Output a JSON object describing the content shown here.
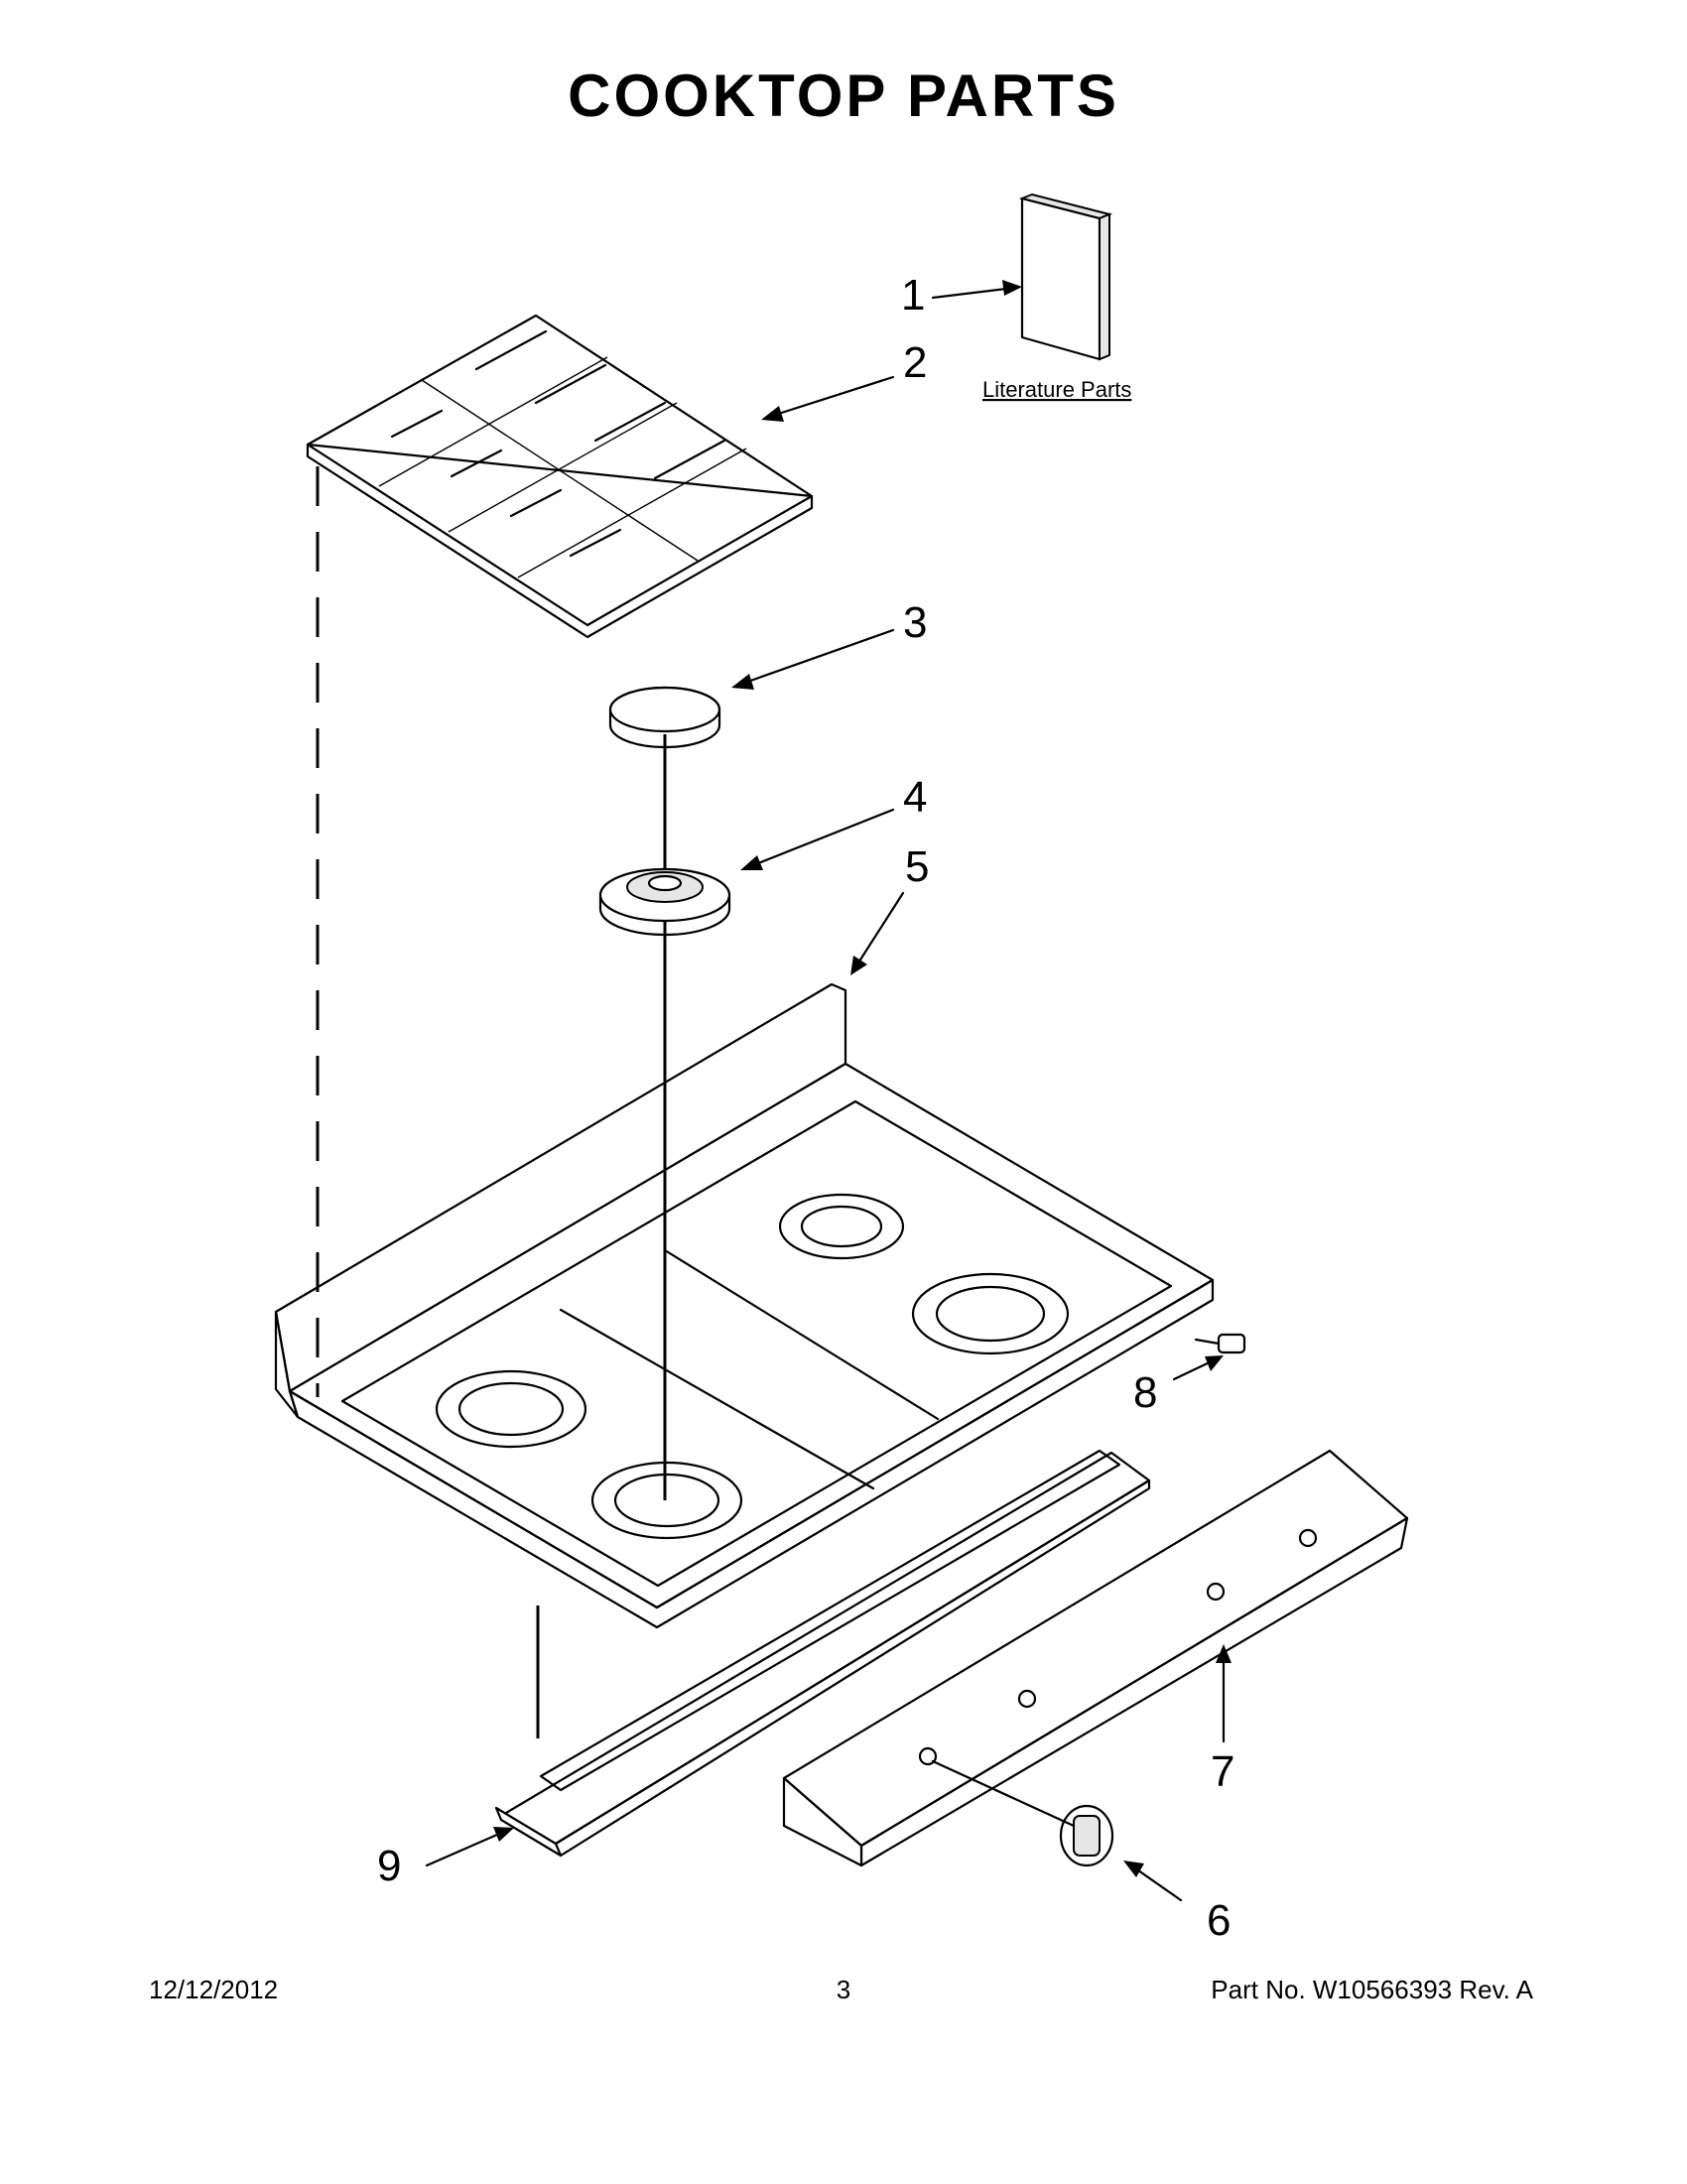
{
  "page": {
    "title": "COOKTOP PARTS",
    "literature_label": "Literature Parts",
    "callouts": [
      {
        "id": "1",
        "label": "1"
      },
      {
        "id": "2",
        "label": "2"
      },
      {
        "id": "3",
        "label": "3"
      },
      {
        "id": "4",
        "label": "4"
      },
      {
        "id": "5",
        "label": "5"
      },
      {
        "id": "6",
        "label": "6"
      },
      {
        "id": "7",
        "label": "7"
      },
      {
        "id": "8",
        "label": "8"
      },
      {
        "id": "9",
        "label": "9"
      }
    ]
  },
  "footer": {
    "date": "12/12/2012",
    "page_number": "3",
    "part_number": "Part No.  W10566393  Rev.  A"
  }
}
